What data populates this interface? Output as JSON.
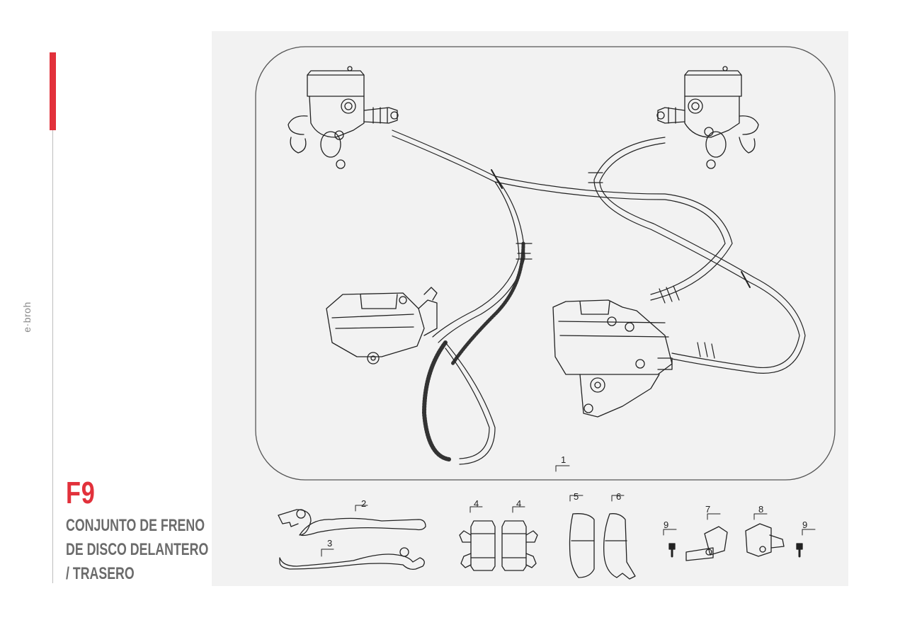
{
  "brand": "e·broh",
  "section": {
    "code": "F9",
    "title_lines": [
      "CONJUNTO DE FRENO",
      "DE DISCO DELANTERO",
      "/ TRASERO"
    ]
  },
  "colors": {
    "accent": "#e2313b",
    "panel": "#f2f2f2",
    "line": "#222222"
  },
  "diagram": {
    "callouts": [
      "1",
      "2",
      "3",
      "4",
      "4",
      "5",
      "6",
      "7",
      "8",
      "9",
      "9"
    ]
  }
}
